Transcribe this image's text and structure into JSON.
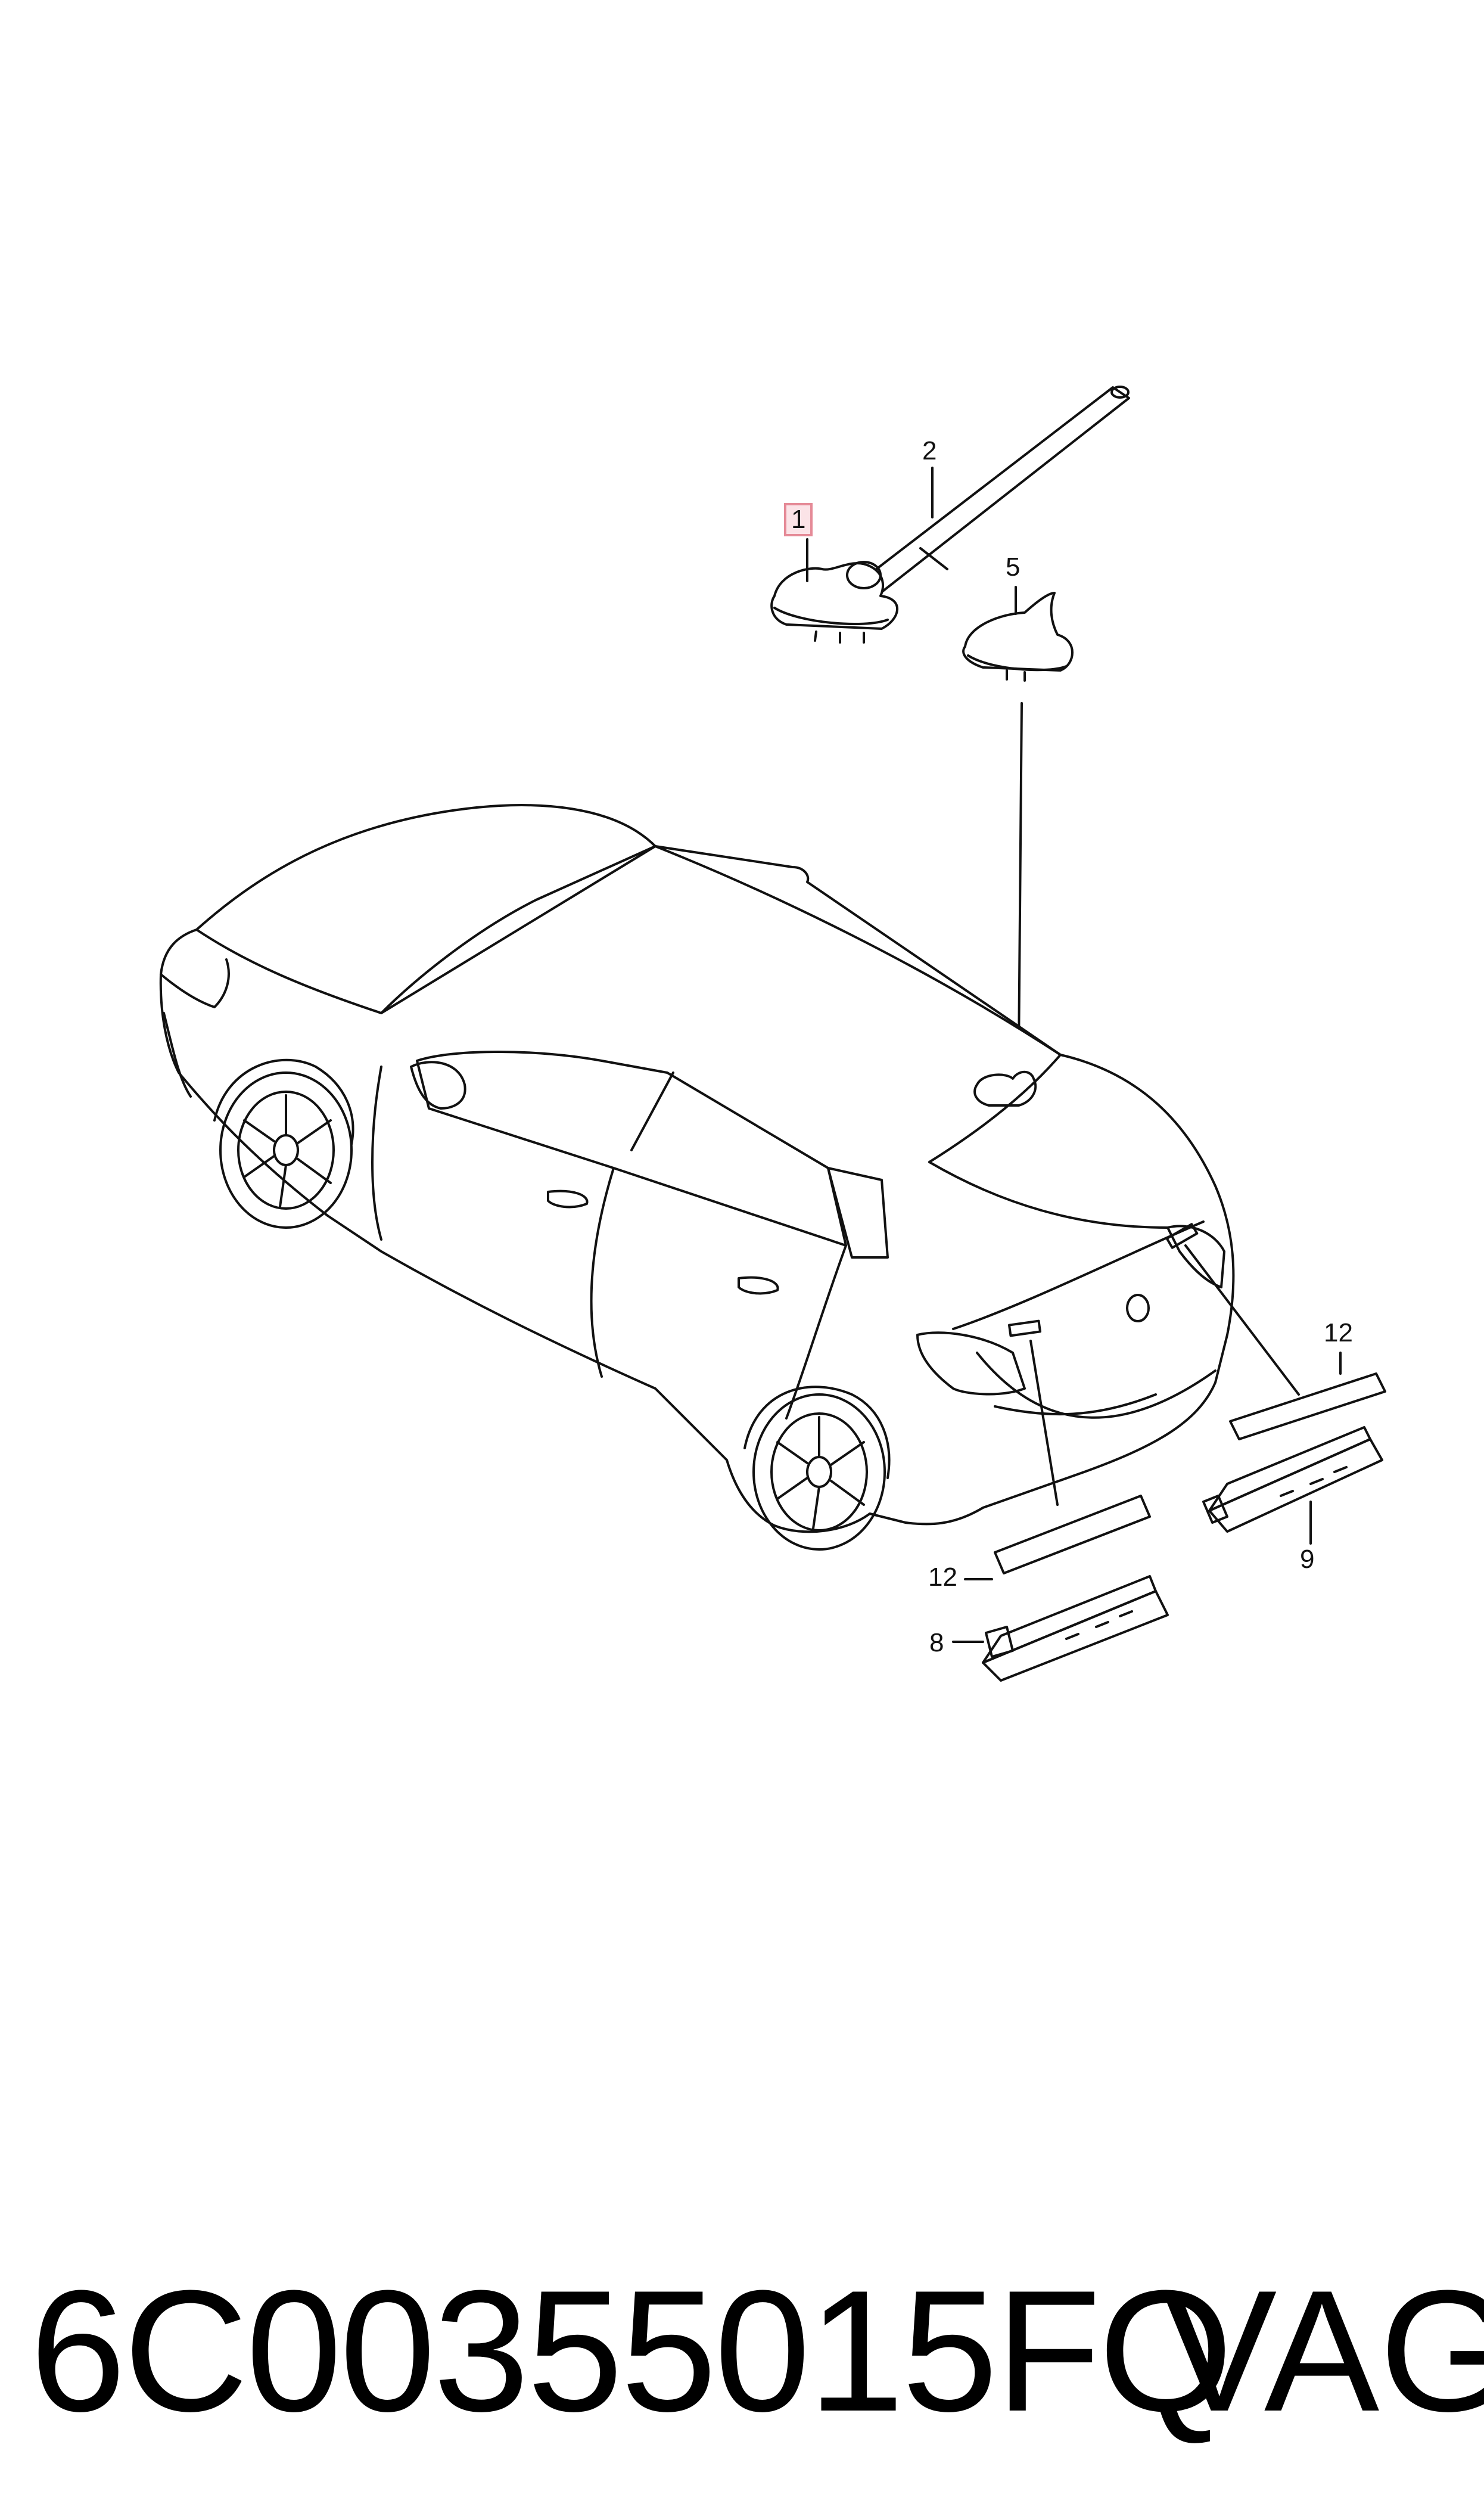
{
  "callouts": {
    "c1": "1",
    "c2": "2",
    "c5": "5",
    "c12a": "12",
    "c12b": "12",
    "c9": "9",
    "c8": "8"
  },
  "highlight_color": "#e58a97",
  "footer": {
    "part_number": "6C00355015FQ",
    "brand": "VAG"
  }
}
